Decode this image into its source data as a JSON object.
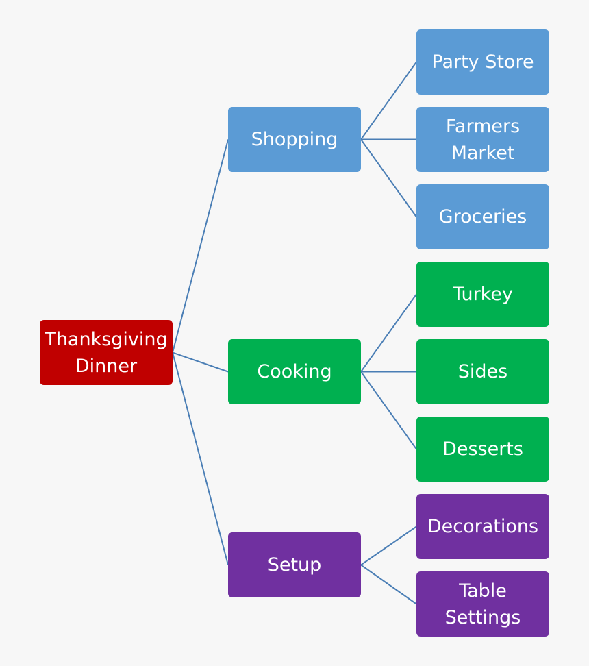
{
  "diagram": {
    "connector_color": "#4a7eb5",
    "colors": {
      "root": "#c00000",
      "shopping": "#5b9bd5",
      "cooking": "#00b050",
      "setup": "#7030a0"
    },
    "root": {
      "label": "Thanksgiving\nDinner"
    },
    "branches": [
      {
        "label": "Shopping",
        "children": [
          {
            "label": "Party Store"
          },
          {
            "label": "Farmers\nMarket"
          },
          {
            "label": "Groceries"
          }
        ]
      },
      {
        "label": "Cooking",
        "children": [
          {
            "label": "Turkey"
          },
          {
            "label": "Sides"
          },
          {
            "label": "Desserts"
          }
        ]
      },
      {
        "label": "Setup",
        "children": [
          {
            "label": "Decorations"
          },
          {
            "label": "Table\nSettings"
          }
        ]
      }
    ]
  }
}
